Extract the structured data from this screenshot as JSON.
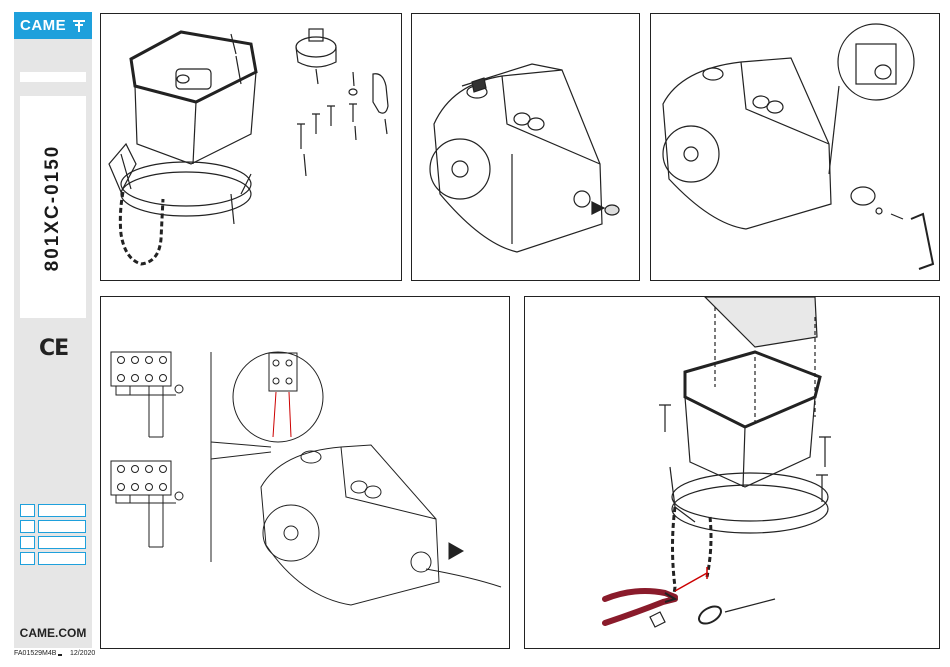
{
  "brand": {
    "logo_text": "CAME",
    "website": "CAME.COM",
    "accent_color": "#1ea0dc"
  },
  "product": {
    "code": "801XC-0150"
  },
  "certification": {
    "mark": "CE"
  },
  "footer": {
    "doc_code": "FA01529M4B",
    "date": "12/2020"
  },
  "panels": [
    {
      "id": "unpack-components"
    },
    {
      "id": "remove-cap"
    },
    {
      "id": "release-key-install"
    },
    {
      "id": "electrical-connection"
    },
    {
      "id": "chain-mounting"
    }
  ],
  "icons": [
    "came-logo-icon",
    "ce-mark-icon"
  ]
}
